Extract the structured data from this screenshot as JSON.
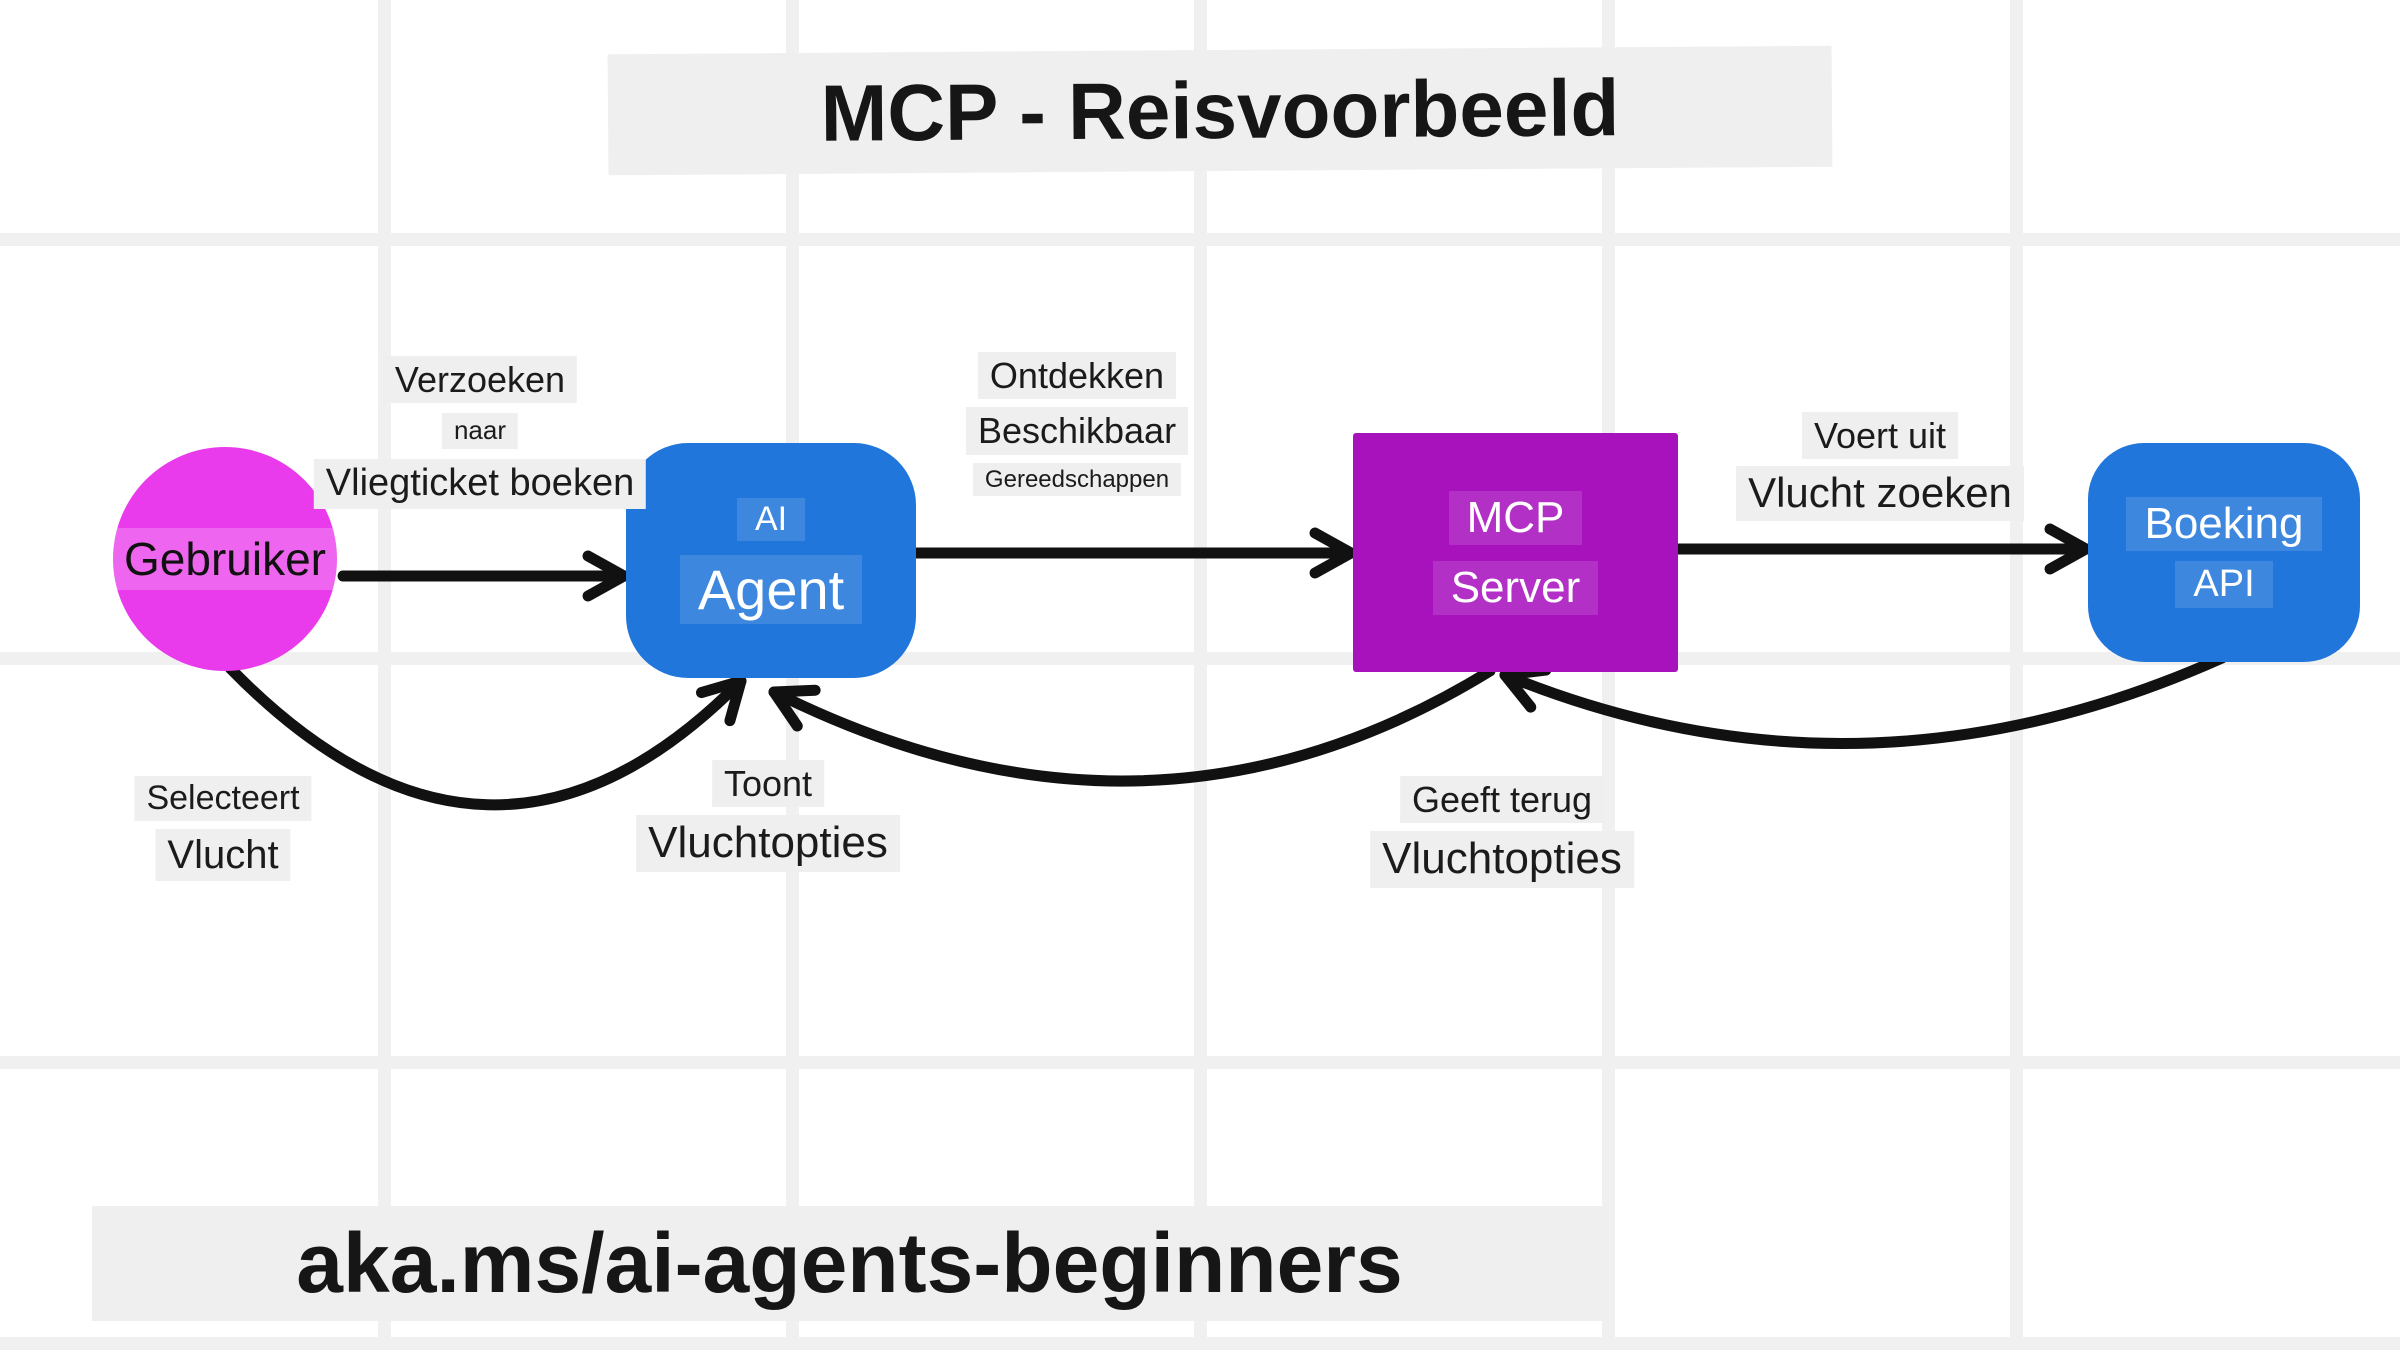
{
  "title": "MCP - Reisvoorbeeld",
  "footer": "aka.ms/ai-agents-beginners",
  "colors": {
    "user_node": "#e93beb",
    "agent_node": "#2176db",
    "mcp_node": "#a712bd",
    "booking_node": "#2176db",
    "edge_stroke": "#111111",
    "label_background": "#efefef",
    "grid_line": "#f0f0f0"
  },
  "nodes": {
    "user": {
      "label": "Gebruiker"
    },
    "agent": {
      "line1": "AI",
      "line2": "Agent"
    },
    "mcp": {
      "line1": "MCP",
      "line2": "Server"
    },
    "booking": {
      "line1": "Boeking",
      "line2": "API"
    }
  },
  "edges": {
    "request": {
      "from": "Gebruiker",
      "to": "AI Agent",
      "lines": [
        "Verzoeken",
        "naar",
        "Vliegticket boeken"
      ]
    },
    "discover": {
      "from": "AI Agent",
      "to": "MCP Server",
      "lines": [
        "Ontdekken",
        "Beschikbaar",
        "Gereedschappen"
      ]
    },
    "execute": {
      "from": "MCP Server",
      "to": "Boeking API",
      "lines": [
        "Voert uit",
        "Vlucht zoeken"
      ]
    },
    "select": {
      "from": "Gebruiker",
      "to": "AI Agent",
      "lines": [
        "Selecteert",
        "Vlucht"
      ]
    },
    "show": {
      "from": "MCP Server",
      "to": "AI Agent",
      "lines": [
        "Toont",
        "Vluchtopties"
      ]
    },
    "return": {
      "from": "Boeking API",
      "to": "MCP Server",
      "lines": [
        "Geeft terug",
        "Vluchtopties"
      ]
    }
  }
}
